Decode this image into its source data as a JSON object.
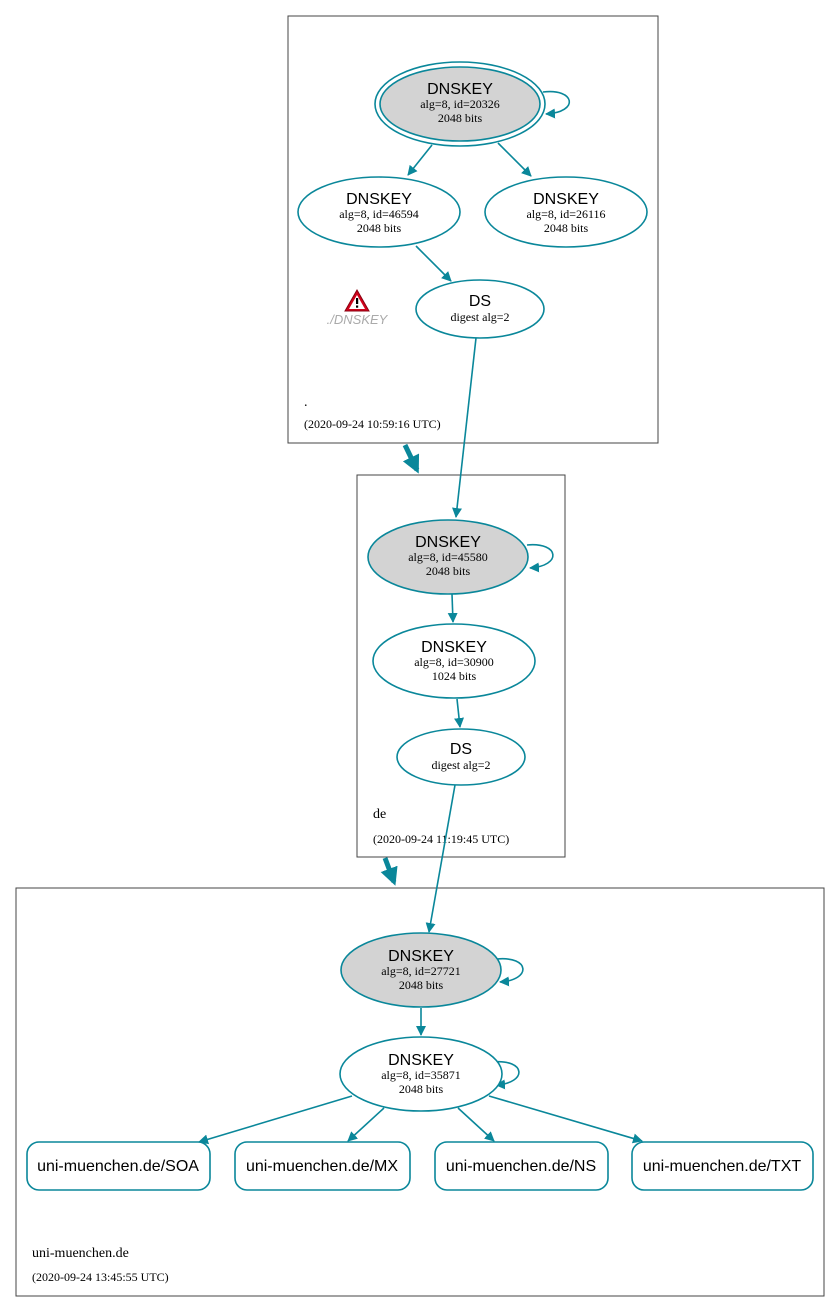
{
  "colors": {
    "edge": "#0a879a",
    "zone_border": "#444444",
    "ksk_fill": "#d3d3d3",
    "node_fill": "#ffffff",
    "warning_text": "#aaaaaa",
    "warning_red": "#d0021b"
  },
  "zones": {
    "root": {
      "name": ".",
      "timestamp": "(2020-09-24 10:59:16 UTC)"
    },
    "de": {
      "name": "de",
      "timestamp": "(2020-09-24 11:19:45 UTC)"
    },
    "uni": {
      "name": "uni-muenchen.de",
      "timestamp": "(2020-09-24 13:45:55 UTC)"
    }
  },
  "nodes": {
    "root_ksk": {
      "title": "DNSKEY",
      "line1": "alg=8, id=20326",
      "line2": "2048 bits"
    },
    "root_zsk1": {
      "title": "DNSKEY",
      "line1": "alg=8, id=46594",
      "line2": "2048 bits"
    },
    "root_zsk2": {
      "title": "DNSKEY",
      "line1": "alg=8, id=26116",
      "line2": "2048 bits"
    },
    "root_ds": {
      "title": "DS",
      "line1": "digest alg=2"
    },
    "de_ksk": {
      "title": "DNSKEY",
      "line1": "alg=8, id=45580",
      "line2": "2048 bits"
    },
    "de_zsk": {
      "title": "DNSKEY",
      "line1": "alg=8, id=30900",
      "line2": "1024 bits"
    },
    "de_ds": {
      "title": "DS",
      "line1": "digest alg=2"
    },
    "uni_ksk": {
      "title": "DNSKEY",
      "line1": "alg=8, id=27721",
      "line2": "2048 bits"
    },
    "uni_zsk": {
      "title": "DNSKEY",
      "line1": "alg=8, id=35871",
      "line2": "2048 bits"
    }
  },
  "warning": {
    "label": "./DNSKEY",
    "icon": "warning-triangle-icon"
  },
  "rrsets": {
    "soa": "uni-muenchen.de/SOA",
    "mx": "uni-muenchen.de/MX",
    "ns": "uni-muenchen.de/NS",
    "txt": "uni-muenchen.de/TXT"
  }
}
